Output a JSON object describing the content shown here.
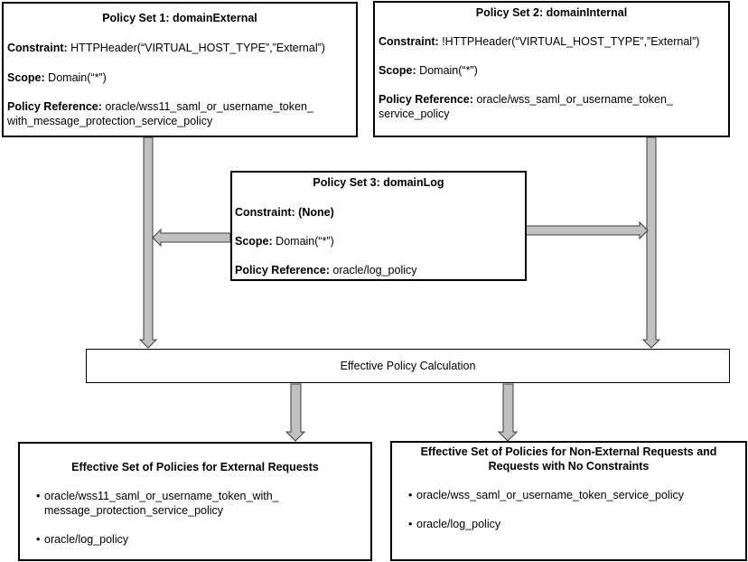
{
  "labels": {
    "constraint": "Constraint:",
    "scope": "Scope:",
    "policy_reference": "Policy Reference:"
  },
  "policy_set_1": {
    "title": "Policy Set 1: domainExternal",
    "constraint": "HTTPHeader(“VIRTUAL_HOST_TYPE”,”External”)",
    "scope": "Domain(“*”)",
    "policy_reference_line1": "oracle/wss11_saml_or_username_token_",
    "policy_reference_line2": "with_message_protection_service_policy"
  },
  "policy_set_2": {
    "title": "Policy Set 2: domainInternal",
    "constraint": "!HTTPHeader(“VIRTUAL_HOST_TYPE”,”External”)",
    "scope": "Domain(“*”)",
    "policy_reference_line1": "oracle/wss_saml_or_username_token_",
    "policy_reference_line2": "service_policy"
  },
  "policy_set_3": {
    "title": "Policy Set 3: domainLog",
    "constraint": "(None)",
    "scope": "Domain(“*”)",
    "policy_reference": "oracle/log_policy"
  },
  "calculation": {
    "label": "Effective Policy Calculation"
  },
  "effective_external": {
    "title": "Effective Set of Policies for External Requests",
    "bullets": [
      {
        "line1": "oracle/wss11_saml_or_username_token_with_",
        "line2": "message_protection_service_policy"
      },
      {
        "line1": "oracle/log_policy",
        "line2": ""
      }
    ]
  },
  "effective_non_external": {
    "title_line1": "Effective Set of Policies for Non-External Requests and",
    "title_line2": "Requests with No Constraints",
    "bullets": [
      {
        "line1": "oracle/wss_saml_or_username_token_service_policy"
      },
      {
        "line1": "oracle/log_policy"
      }
    ]
  },
  "bullet_glyph": "•",
  "colors": {
    "border": "#000000",
    "arrow_fill": "#c0c0c0",
    "arrow_stroke": "#3c3c3c",
    "background": "#ffffff"
  }
}
